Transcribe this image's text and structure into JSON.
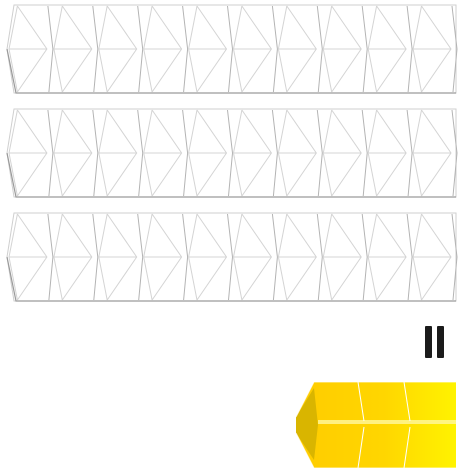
{
  "game": {
    "board": {
      "rows": [
        {
          "slots": 10,
          "filled": 0
        },
        {
          "slots": 10,
          "filled": 0
        },
        {
          "slots": 10,
          "filled": 0
        }
      ]
    },
    "pause_button": {
      "icon": "pause-icon"
    },
    "current_piece": {
      "segments": 3,
      "colors": {
        "face_light": "#ffee00",
        "face_mid": "#ffd000",
        "face_dark": "#e0b000",
        "end_cap": "#d9b500",
        "top_edge": "#fff7a0"
      }
    },
    "colors": {
      "outline": "#cfcfcf",
      "shadow": "#9a9a9a",
      "pause": "#1b1b1b",
      "background": "#ffffff"
    }
  }
}
